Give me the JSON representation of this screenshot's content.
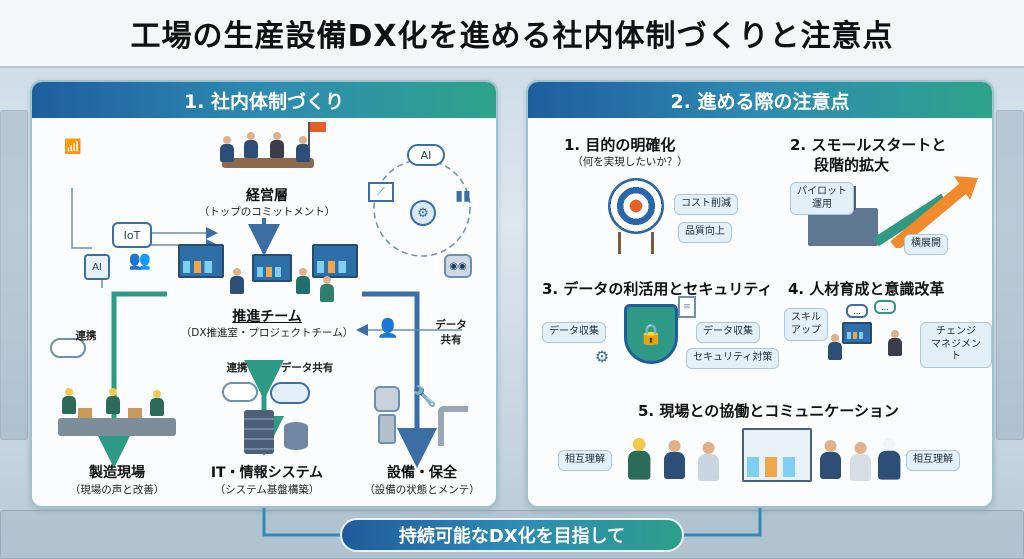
{
  "title": "工場の生産設備DX化を進める社内体制づくりと注意点",
  "left_panel": {
    "heading": "1. 社内体制づくり",
    "iot_label": "IoT",
    "ai_chip_label": "AI",
    "ai_cloud_label": "AI",
    "management": {
      "name": "経営層",
      "desc": "（トップのコミットメント）"
    },
    "team": {
      "name": "推進チーム",
      "desc": "（DX推進室・プロジェクトチーム）"
    },
    "link_left": "連携",
    "link_center_a": "連携",
    "link_center_b": "データ共有",
    "link_right": "データ\n共有",
    "floor": {
      "name": "製造現場",
      "desc": "（現場の声と改善）"
    },
    "it": {
      "name": "IT・情報システム",
      "desc": "（システム基盤構築）"
    },
    "equip": {
      "name": "設備・保全",
      "desc": "（設備の状態とメンテ）"
    }
  },
  "right_panel": {
    "heading": "2. 進める際の注意点",
    "p1": {
      "title": "1. 目的の明確化",
      "sub": "（何を実現したいか？）",
      "tags": [
        "コスト削減",
        "品質向上"
      ]
    },
    "p2": {
      "title_line1": "2. スモールスタートと",
      "title_line2": "段階的拡大",
      "tags": [
        "パイロット\n運用",
        "横展開"
      ]
    },
    "p3": {
      "title": "3. データの利活用とセキュリティ",
      "tags": [
        "データ収集",
        "データ収集",
        "セキュリティ対策"
      ]
    },
    "p4": {
      "title": "4. 人材育成と意識改革",
      "tags": [
        "スキル\nアップ",
        "チェンジ\nマネジメント"
      ]
    },
    "p5": {
      "title": "5. 現場との協働とコミュニケーション",
      "tags": [
        "相互理解",
        "相互理解"
      ]
    }
  },
  "banner": "持続可能なDX化を目指して",
  "colors": {
    "accent_blue": "#1e5e9d",
    "accent_teal": "#2ea38a",
    "arrow_green": "#2e9a86",
    "arrow_orange": "#f08a2a"
  }
}
